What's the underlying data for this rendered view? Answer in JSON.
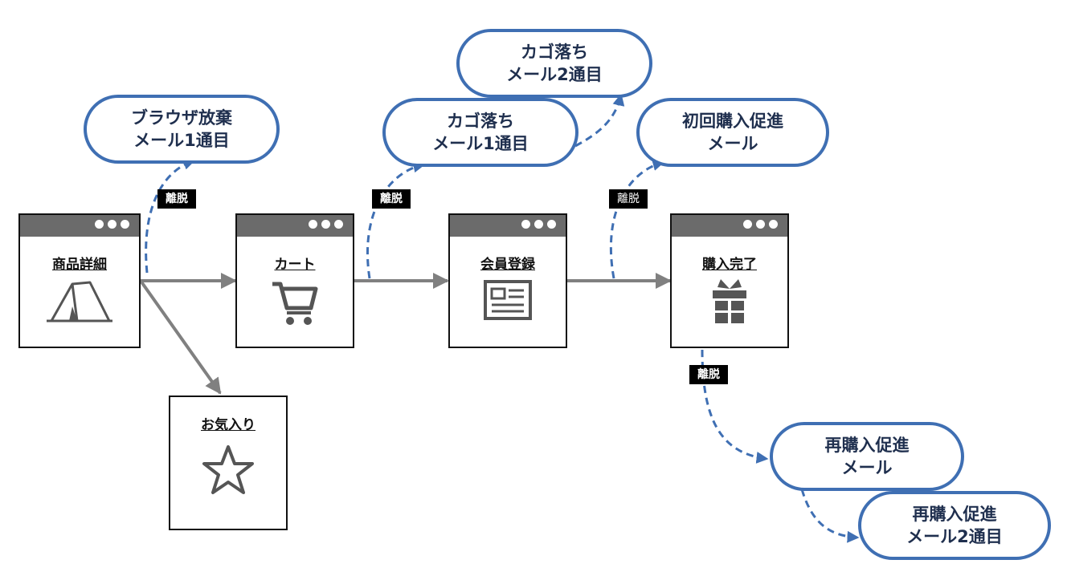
{
  "pages": {
    "product": {
      "label": "商品詳細",
      "icon": "tent-icon"
    },
    "cart": {
      "label": "カート",
      "icon": "shopping-cart-icon"
    },
    "signup": {
      "label": "会員登録",
      "icon": "form-card-icon"
    },
    "complete": {
      "label": "購入完了",
      "icon": "gift-box-icon"
    },
    "favorite": {
      "label": "お気入り",
      "icon": "star-outline-icon"
    }
  },
  "exit_label": "離脱",
  "emails": {
    "browse_abandon": {
      "line1": "ブラウザ放棄",
      "line2": "メール1通目"
    },
    "cart_abandon_1": {
      "line1": "カゴ落ち",
      "line2": "メール1通目"
    },
    "cart_abandon_2": {
      "line1": "カゴ落ち",
      "line2": "メール2通目"
    },
    "first_purchase": {
      "line1": "初回購入促進",
      "line2": "メール"
    },
    "repurchase_1": {
      "line1": "再購入促進",
      "line2": "メール"
    },
    "repurchase_2": {
      "line1": "再購入促進",
      "line2": "メール2通目"
    }
  },
  "colors": {
    "accent_blue": "#3f6fb3",
    "arrow_gray": "#808080",
    "window_bar": "#6b6b6b",
    "tag_bg": "#000000"
  }
}
